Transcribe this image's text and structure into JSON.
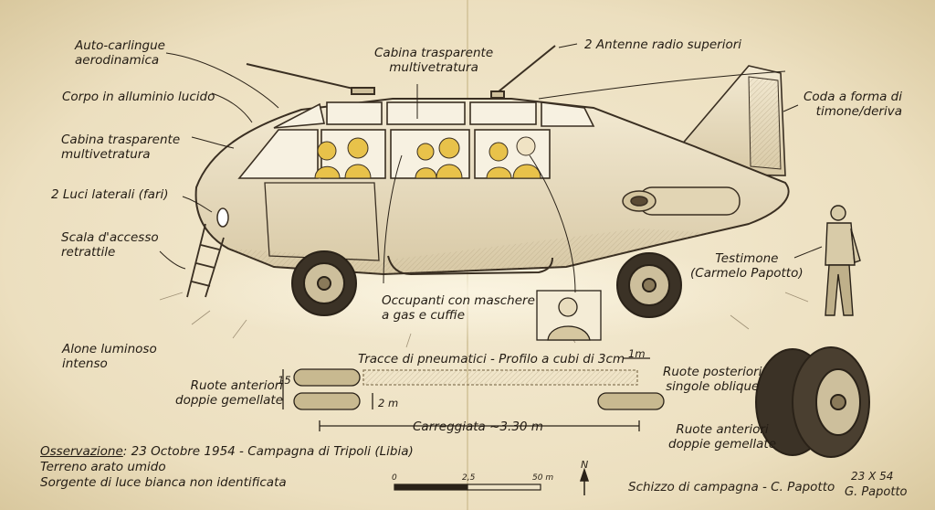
{
  "labels": {
    "auto_carlingue": "Auto-carlingue\naerodinamica",
    "corpo": "Corpo in alluminio lucido",
    "cabina_left": "Cabina trasparente\nmultivetratura",
    "luci": "2 Luci laterali (fari)",
    "scala": "Scala d'accesso\nretrattile",
    "alone": "Alone luminoso\nintenso",
    "cabina_top": "Cabina trasparente\nmultivetratura",
    "antenne": "2 Antenne radio superiori",
    "coda": "Coda a forma di\ntimone/deriva",
    "testimone": "Testimone\n(Carmelo Papotto)",
    "occupanti": "Occupanti con maschere\na gas e cuffie",
    "tracce": "Tracce di pneumatici - Profilo a cubi di 3cm",
    "ruote_ant_left": "Ruote anteriori\ndoppie gemellate",
    "ruote_post": "Ruote posteriori\nsingole oblique",
    "ruote_ant_right": "Ruote anteriori\ndoppie gemellate",
    "carreggiata": "Carreggiata ~3.30 m",
    "dim_1m": "1m",
    "dim_2m": "2 m",
    "dim_15": "15"
  },
  "observation": {
    "heading": "Osservazione",
    "line1_rest": ": 23 Octobre 1954 - Campagna di Tripoli (Libia)",
    "line2": "Terreno arato umido",
    "line3": "Sorgente di luce bianca non identificata"
  },
  "scale_bar": {
    "t0": "0",
    "t1": "2,5",
    "t2": "50 m",
    "north": "N"
  },
  "footer": {
    "schizzo": "Schizzo di campagna - C. Papotto",
    "date_code": "23 X 54",
    "signature": "G. Papotto"
  }
}
